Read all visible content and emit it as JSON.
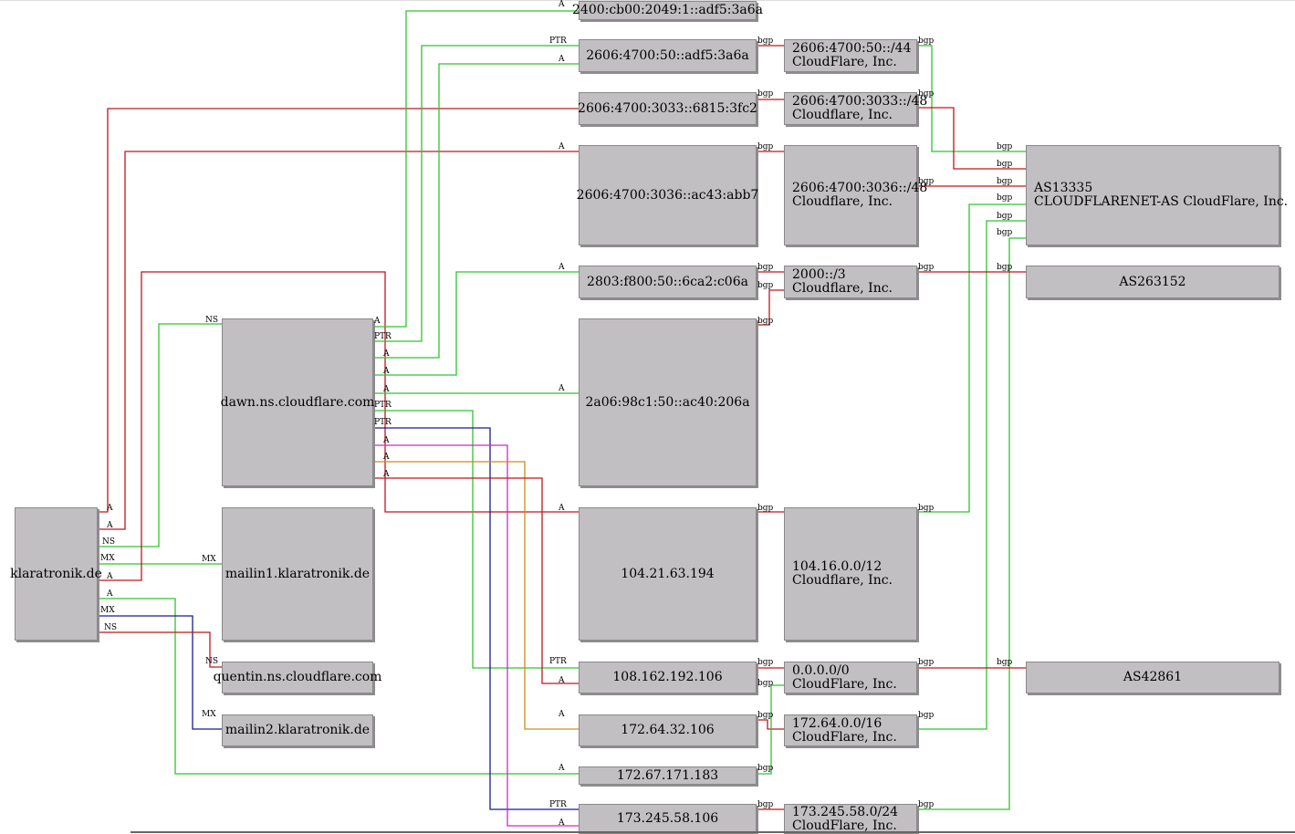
{
  "colors": {
    "red": "#c0161b",
    "green": "#2fc42f",
    "blue": "#1a1a8f",
    "magenta": "#c42fc4",
    "orange": "#d08a1c",
    "node_fill": "#c2bfc2"
  },
  "nodes": [
    {
      "id": "klaratronik",
      "lines": [
        "klaratronik.de"
      ]
    },
    {
      "id": "dawn",
      "lines": [
        "dawn.ns.cloudflare.com"
      ]
    },
    {
      "id": "mailin1",
      "lines": [
        "mailin1.klaratronik.de"
      ]
    },
    {
      "id": "quentin",
      "lines": [
        "quentin.ns.cloudflare.com"
      ]
    },
    {
      "id": "mailin2",
      "lines": [
        "mailin2.klaratronik.de"
      ]
    },
    {
      "id": "ip_2400",
      "lines": [
        "2400:cb00:2049:1::adf5:3a6a"
      ]
    },
    {
      "id": "ip_2606_50",
      "lines": [
        "2606:4700:50::adf5:3a6a"
      ]
    },
    {
      "id": "ip_2606_3033",
      "lines": [
        "2606:4700:3033::6815:3fc2"
      ]
    },
    {
      "id": "ip_2606_3036",
      "lines": [
        "2606:4700:3036::ac43:abb7"
      ]
    },
    {
      "id": "ip_2803",
      "lines": [
        "2803:f800:50::6ca2:c06a"
      ]
    },
    {
      "id": "ip_2a06",
      "lines": [
        "2a06:98c1:50::ac40:206a"
      ]
    },
    {
      "id": "ip_104",
      "lines": [
        "104.21.63.194"
      ]
    },
    {
      "id": "ip_108",
      "lines": [
        "108.162.192.106"
      ]
    },
    {
      "id": "ip_172_64",
      "lines": [
        "172.64.32.106"
      ]
    },
    {
      "id": "ip_172_67",
      "lines": [
        "172.67.171.183"
      ]
    },
    {
      "id": "ip_173",
      "lines": [
        "173.245.58.106"
      ]
    },
    {
      "id": "net_2606_50",
      "lines": [
        "2606:4700:50::/44",
        "CloudFlare, Inc."
      ]
    },
    {
      "id": "net_2606_3033",
      "lines": [
        "2606:4700:3033::/48",
        "Cloudflare, Inc."
      ]
    },
    {
      "id": "net_2606_3036",
      "lines": [
        "2606:4700:3036::/48",
        "Cloudflare, Inc."
      ]
    },
    {
      "id": "net_2000",
      "lines": [
        "2000::/3",
        "Cloudflare, Inc."
      ]
    },
    {
      "id": "net_104",
      "lines": [
        "104.16.0.0/12",
        "Cloudflare, Inc."
      ]
    },
    {
      "id": "net_0",
      "lines": [
        "0.0.0.0/0",
        "CloudFlare, Inc."
      ]
    },
    {
      "id": "net_172_64",
      "lines": [
        "172.64.0.0/16",
        "CloudFlare, Inc."
      ]
    },
    {
      "id": "net_173",
      "lines": [
        "173.245.58.0/24",
        "CloudFlare, Inc."
      ]
    },
    {
      "id": "as13335",
      "lines": [
        "AS13335",
        "CLOUDFLARENET-AS CloudFlare, Inc."
      ]
    },
    {
      "id": "as263152",
      "lines": [
        "AS263152"
      ]
    },
    {
      "id": "as42861",
      "lines": [
        "AS42861"
      ]
    }
  ],
  "edge_labels": [
    "A",
    "PTR",
    "NS",
    "MX",
    "bgp"
  ],
  "edges": [
    {
      "color": "red",
      "label": "A",
      "from": "klaratronik",
      "to": "ip_2606_3033"
    },
    {
      "color": "red",
      "label": "A",
      "from": "klaratronik",
      "to": "ip_2606_3036"
    },
    {
      "color": "green",
      "label": "NS",
      "from": "klaratronik",
      "to": "dawn"
    },
    {
      "color": "green",
      "label": "MX",
      "from": "klaratronik",
      "to": "mailin1"
    },
    {
      "color": "red",
      "label": "A",
      "from": "klaratronik",
      "to": "ip_104"
    },
    {
      "color": "green",
      "label": "A",
      "from": "klaratronik",
      "to": "ip_172_67"
    },
    {
      "color": "blue",
      "label": "MX",
      "from": "klaratronik",
      "to": "mailin2"
    },
    {
      "color": "red",
      "label": "NS",
      "from": "klaratronik",
      "to": "quentin"
    },
    {
      "color": "green",
      "label": "A",
      "from": "dawn",
      "to": "ip_2400"
    },
    {
      "color": "green",
      "label": "PTR",
      "from": "ip_2606_50",
      "to": "dawn"
    },
    {
      "color": "green",
      "label": "A",
      "from": "dawn",
      "to": "ip_2606_50"
    },
    {
      "color": "green",
      "label": "A",
      "from": "dawn",
      "to": "ip_2803"
    },
    {
      "color": "green",
      "label": "A",
      "from": "dawn",
      "to": "ip_2a06"
    },
    {
      "color": "green",
      "label": "PTR",
      "from": "ip_108",
      "to": "dawn"
    },
    {
      "color": "blue",
      "label": "PTR",
      "from": "ip_173",
      "to": "dawn"
    },
    {
      "color": "magenta",
      "label": "A",
      "from": "dawn",
      "to": "ip_173"
    },
    {
      "color": "orange",
      "label": "A",
      "from": "dawn",
      "to": "ip_172_64"
    },
    {
      "color": "red",
      "label": "A",
      "from": "dawn",
      "to": "ip_108"
    },
    {
      "color": "red",
      "label": "bgp",
      "from": "ip_2606_50",
      "to": "net_2606_50"
    },
    {
      "color": "red",
      "label": "bgp",
      "from": "ip_2606_3033",
      "to": "net_2606_3033"
    },
    {
      "color": "red",
      "label": "bgp",
      "from": "ip_2606_3036",
      "to": "net_2606_3036"
    },
    {
      "color": "red",
      "label": "bgp",
      "from": "ip_2803",
      "to": "net_2000"
    },
    {
      "color": "red",
      "label": "bgp",
      "from": "ip_2a06",
      "to": "net_2000"
    },
    {
      "color": "red",
      "label": "bgp",
      "from": "ip_104",
      "to": "net_104"
    },
    {
      "color": "red",
      "label": "bgp",
      "from": "ip_108",
      "to": "net_0"
    },
    {
      "color": "red",
      "label": "bgp",
      "from": "ip_172_64",
      "to": "net_172_64"
    },
    {
      "color": "green",
      "label": "bgp",
      "from": "ip_172_67",
      "to": "net_172_64"
    },
    {
      "color": "red",
      "label": "bgp",
      "from": "ip_173",
      "to": "net_173"
    },
    {
      "color": "green",
      "label": "bgp",
      "from": "net_2606_50",
      "to": "as13335"
    },
    {
      "color": "red",
      "label": "bgp",
      "from": "net_2606_3033",
      "to": "as13335"
    },
    {
      "color": "red",
      "label": "bgp",
      "from": "net_2606_3036",
      "to": "as13335"
    },
    {
      "color": "green",
      "label": "bgp",
      "from": "net_104",
      "to": "as13335"
    },
    {
      "color": "green",
      "label": "bgp",
      "from": "net_172_64",
      "to": "as13335"
    },
    {
      "color": "green",
      "label": "bgp",
      "from": "net_173",
      "to": "as13335"
    },
    {
      "color": "red",
      "label": "bgp",
      "from": "net_2000",
      "to": "as263152"
    },
    {
      "color": "red",
      "label": "bgp",
      "from": "net_0",
      "to": "as42861"
    }
  ]
}
